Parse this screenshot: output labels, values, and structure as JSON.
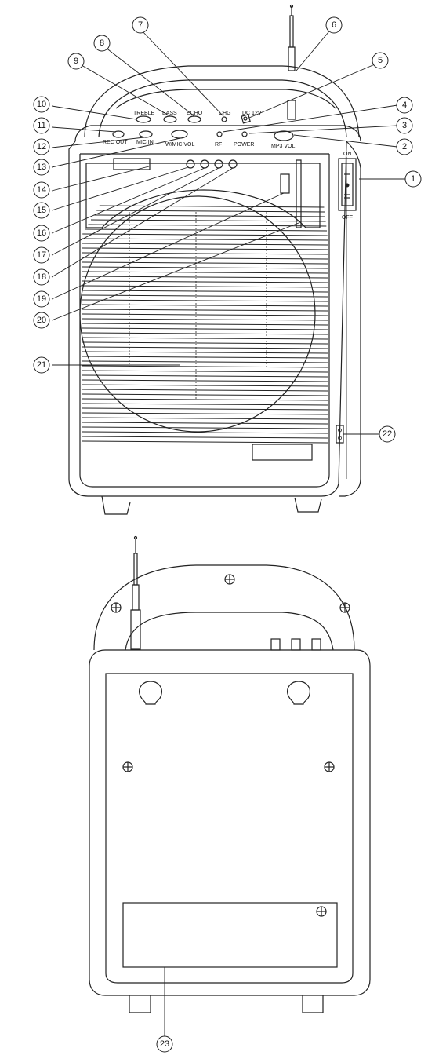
{
  "front_labels": {
    "treble": "TREBLE",
    "bass": "BASS",
    "echo": "ECHO",
    "chg": "CHG",
    "dc12v": "DC 12V",
    "rec_out": "REC  OUT",
    "mic_in": "MIC IN",
    "w_mic_vol": "W/MIC  VOL",
    "rf": "RF",
    "power": "POWER",
    "mp3_vol": "MP3 VOL",
    "on": "ON",
    "off": "OFF"
  },
  "callouts": [
    "1",
    "2",
    "3",
    "4",
    "5",
    "6",
    "7",
    "8",
    "9",
    "10",
    "11",
    "12",
    "13",
    "14",
    "15",
    "16",
    "17",
    "18",
    "19",
    "20",
    "21",
    "22",
    "23"
  ]
}
